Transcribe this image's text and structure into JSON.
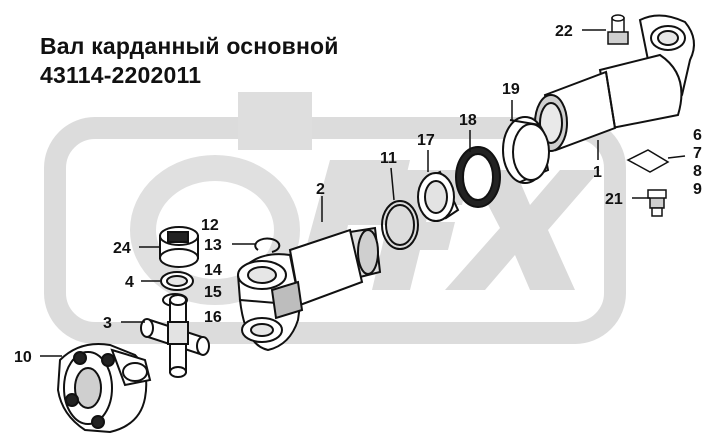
{
  "title": {
    "line1": "Вал карданный основной",
    "line2": "43114-2202011"
  },
  "watermark": {
    "text": "ORFX",
    "color": "#d6d6d6"
  },
  "callouts": {
    "c1": "1",
    "c2": "2",
    "c3": "3",
    "c4": "4",
    "c6": "6",
    "c7": "7",
    "c8": "8",
    "c9": "9",
    "c10": "10",
    "c11": "11",
    "c12": "12",
    "c13": "13",
    "c14": "14",
    "c15": "15",
    "c16": "16",
    "c17": "17",
    "c18": "18",
    "c19": "19",
    "c21": "21",
    "c22": "22",
    "c24": "24"
  },
  "colors": {
    "part_fill": "#ffffff",
    "part_shade": "#cfcfcf",
    "outline": "#111111",
    "watermark": "#d6d6d6"
  }
}
